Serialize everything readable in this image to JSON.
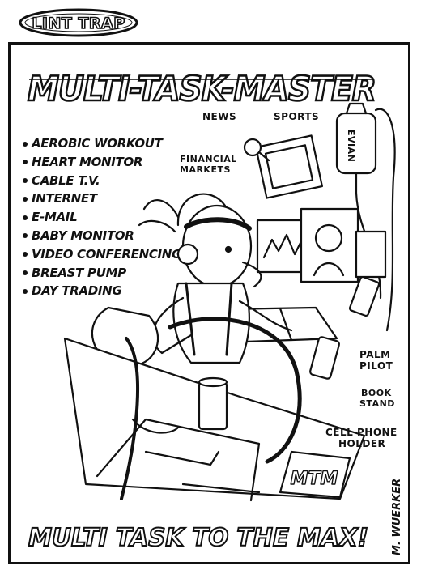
{
  "comic": {
    "series_logo": "LINT TRAP",
    "title": "MULTI-TASK-MASTER",
    "features": [
      "AEROBIC WORKOUT",
      "HEART MONITOR",
      "CABLE T.V.",
      "INTERNET",
      "E-MAIL",
      "BABY MONITOR",
      "VIDEO CONFERENCING",
      "BREAST PUMP",
      "DAY TRADING"
    ],
    "labels": {
      "news": "NEWS",
      "sports": "SPORTS",
      "financial_1": "FINANCIAL",
      "financial_2": "MARKETS",
      "evian": "EVIAN",
      "palm_1": "PALM",
      "palm_2": "PILOT",
      "book_1": "BOOK",
      "book_2": "STAND",
      "cell_1": "CELL PHONE",
      "cell_2": "HOLDER",
      "machine_logo": "MTM"
    },
    "tagline": "MULTI TASK TO THE MAX!",
    "signature": "M. WUERKER"
  },
  "colors": {
    "ink": "#111111",
    "paper": "#ffffff"
  }
}
